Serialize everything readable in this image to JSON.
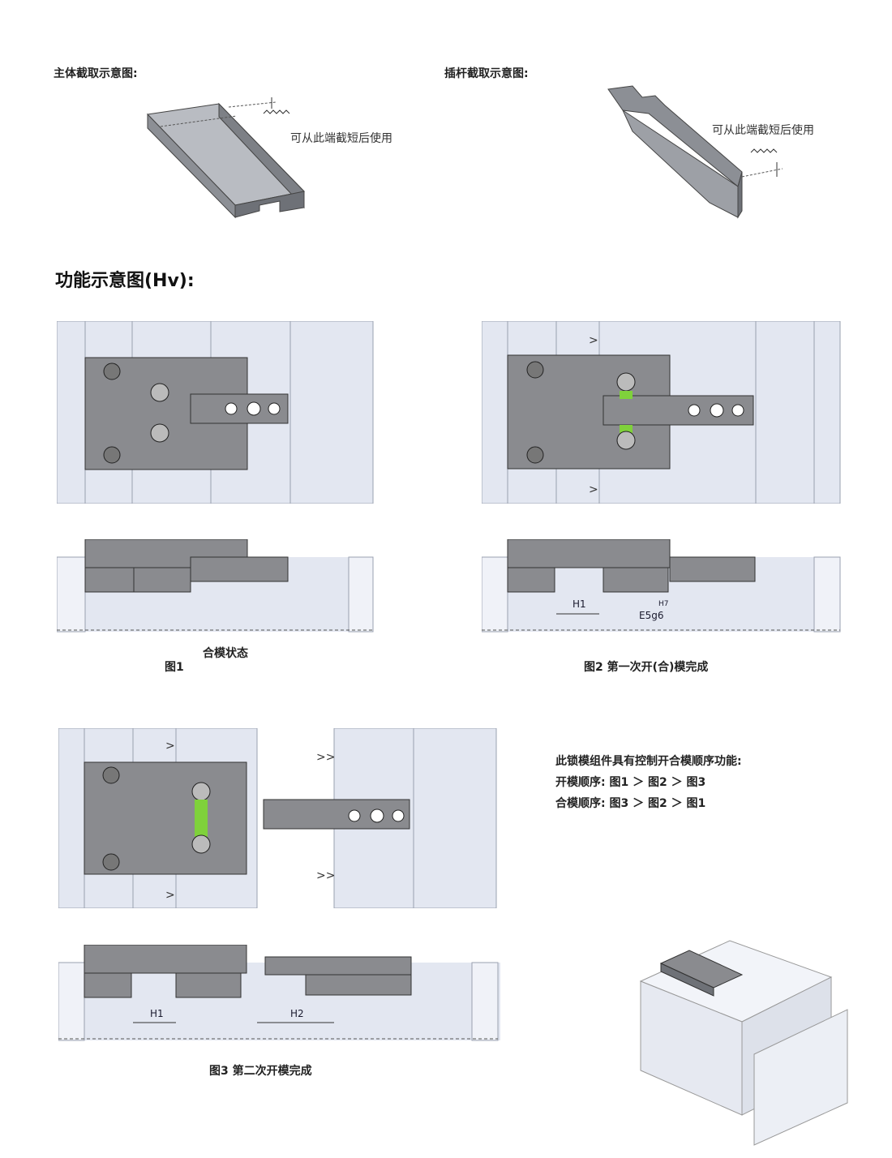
{
  "top": {
    "body_title": "主体截取示意图:",
    "body_note": "可从此端截短后使用",
    "rod_title": "插杆截取示意图:",
    "rod_note": "可从此端截短后使用"
  },
  "section_title": "功能示意图(Hv):",
  "figures": {
    "fig1": {
      "label": "图1",
      "caption": "合模状态"
    },
    "fig2": {
      "caption": "图2 第一次开(合)模完成",
      "h1": "H1",
      "tol": "E5g6",
      "tol_sup": "H7"
    },
    "fig3": {
      "caption": "图3 第二次开模完成",
      "h1": "H1",
      "h2": "H2"
    }
  },
  "description": {
    "title": "此锁模组件具有控制开合模顺序功能:",
    "open": "开模顺序: 图1 ＞ 图2 ＞ 图3",
    "close": "合模顺序: 图3 ＞ 图2 ＞ 图1"
  },
  "colors": {
    "block": "#8a8b8f",
    "plate": "#e3e7f1",
    "highlight": "#7fd13b",
    "line": "#2a2a3a"
  }
}
